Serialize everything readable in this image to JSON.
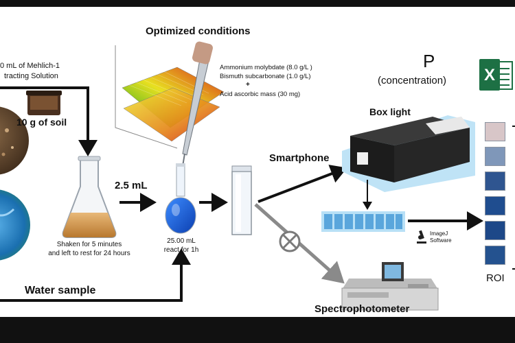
{
  "diagram": {
    "extract_label_1": "0 mL of Mehlich-1",
    "extract_label_2": "tracting Solution",
    "soil_label": "10 g of soil",
    "optimized_title": "Optimized conditions",
    "reagent_1": "Ammonium molybdate (8.0 g/L )",
    "reagent_2": "Bismuth subcarbonate (1.0 g/L)",
    "reagent_plus": "+",
    "reagent_3": "Acid ascorbic mass (30 mg)",
    "volume_label": "2.5 mL",
    "shake_label_1": "Shaken for 5 minutes",
    "shake_label_2": "and left to rest for 24 hours",
    "flask_label_1": "25.00 mL",
    "flask_label_2": "react for 1h",
    "water_label": "Water sample",
    "smartphone_label": "Smartphone",
    "boxlight_label": "Box light",
    "p_label": "P",
    "concentration_label": "(concentration)",
    "excel_letter": "X",
    "software_label_1": "ImageJ",
    "software_label_2": "Software",
    "roi_label": "ROI",
    "spectro_label": "Spectrophotometer",
    "roi_swatches": [
      "#d8c6c8",
      "#7f97b9",
      "#2f5590",
      "#1f4d8f",
      "#1d4888",
      "#24528f"
    ],
    "strip_color": "#8ec5e8",
    "flask_liquid_color": "#1b63e0",
    "erlenmeyer_liquid_color": "#d89a52",
    "excel_color": "#1d7044",
    "arrow_color": "#111111",
    "optical_arrow_color": "#8a8a8a"
  }
}
